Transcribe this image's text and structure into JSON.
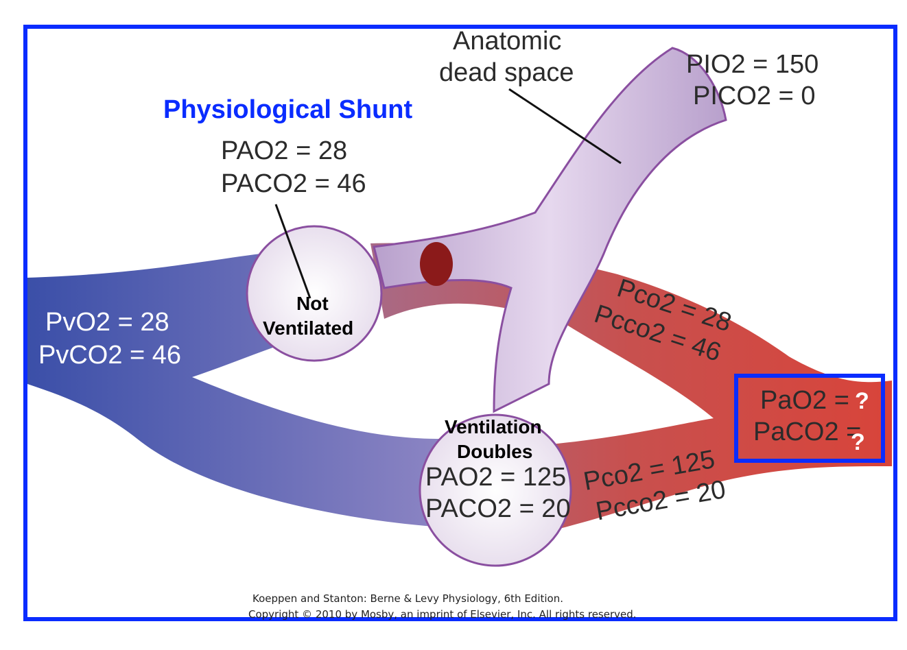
{
  "title": "Physiological Shunt",
  "dead_space": {
    "line1": "Anatomic",
    "line2": "dead space"
  },
  "inspired": {
    "po2": "PIO2 = 150",
    "pco2": "PICO2 = 0"
  },
  "venous": {
    "po2": "PvO2 = 28",
    "pco2": "PvCO2 = 46"
  },
  "not_ventilated_alveolus": {
    "pao2": "PAO2 = 28",
    "paco2": "PACO2 = 46",
    "line1": "Not",
    "line2": "Ventilated"
  },
  "ventilated_alveolus": {
    "line1": "Ventilation",
    "line2": "Doubles",
    "pao2": "PAO2 = 125",
    "paco2": "PACO2 = 20"
  },
  "shunt_capillary": {
    "po2": "Pco2 = 28",
    "pco2": "Pcco2 = 46"
  },
  "normal_capillary": {
    "po2": "Pco2 = 125",
    "pco2": "Pcco2 = 20"
  },
  "arterial": {
    "po2": "PaO2 =",
    "pco2": "PaCO2 =",
    "unknown1": "?",
    "unknown2": "?"
  },
  "credit": {
    "line1": "Koeppen and Stanton: Berne & Levy Physiology, 6th Edition.",
    "line2": "Copyright © 2010 by Mosby, an imprint of Elsevier, Inc. All rights reserved."
  },
  "colors": {
    "frame": "#0a2cff",
    "venous": "#5a64b4",
    "arterial": "#c8504e",
    "airway": "#c8b0d8"
  }
}
